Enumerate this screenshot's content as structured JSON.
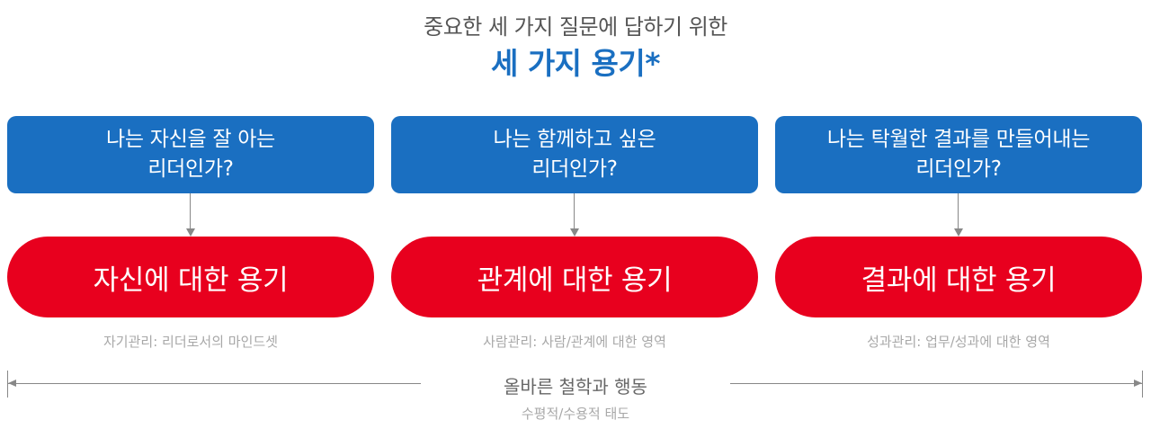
{
  "header": {
    "subtitle": "중요한 세 가지 질문에 답하기 위한",
    "title": "세 가지 용기*"
  },
  "columns": [
    {
      "question_line1": "나는  자신을 잘 아는",
      "question_line2": "리더인가?",
      "courage": "자신에 대한 용기",
      "caption": "자기관리: 리더로서의 마인드셋"
    },
    {
      "question_line1": "나는 함께하고 싶은",
      "question_line2": "리더인가?",
      "courage": "관계에 대한 용기",
      "caption": "사람관리: 사람/관계에 대한 영역"
    },
    {
      "question_line1": "나는 탁월한 결과를 만들어내는",
      "question_line2": "리더인가?",
      "courage": "결과에 대한 용기",
      "caption": "성과관리: 업무/성과에 대한 영역"
    }
  ],
  "foundation": {
    "label": "올바른 철학과 행동",
    "sublabel": "수평적/수용적 태도"
  },
  "colors": {
    "question_box": "#1a6fc1",
    "courage_pill": "#e8001e",
    "title": "#1a6fc1",
    "caption": "#a8a8a8",
    "connector": "#888888"
  }
}
